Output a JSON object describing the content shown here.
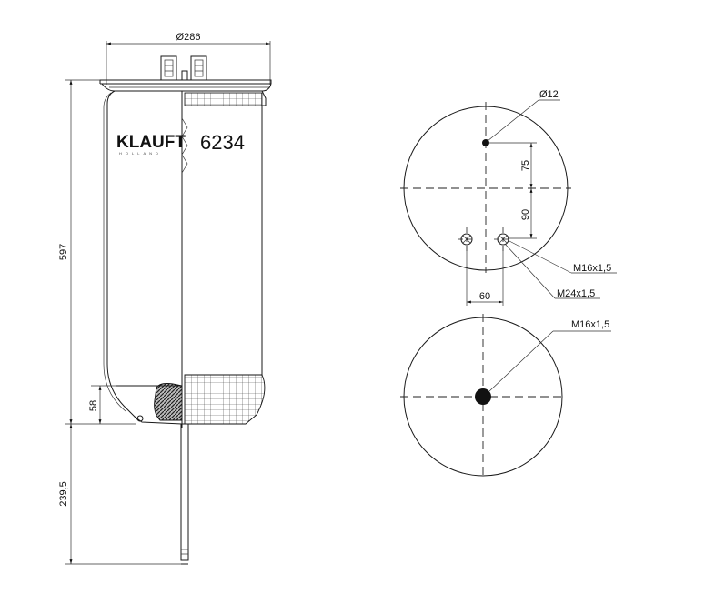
{
  "side_view": {
    "dim_diameter": "Ø286",
    "dim_height": "597",
    "dim_base": "58",
    "dim_stud": "239,5",
    "brand": "KLAUFT",
    "brand_sub": "HOLLAND",
    "part_number": "6234"
  },
  "top_view": {
    "hole_label": "Ø12",
    "dim_75": "75",
    "dim_90": "90",
    "dim_60": "60",
    "thread_1": "M16x1,5",
    "thread_2": "M24x1,5"
  },
  "bottom_view": {
    "thread": "M16x1,5"
  }
}
